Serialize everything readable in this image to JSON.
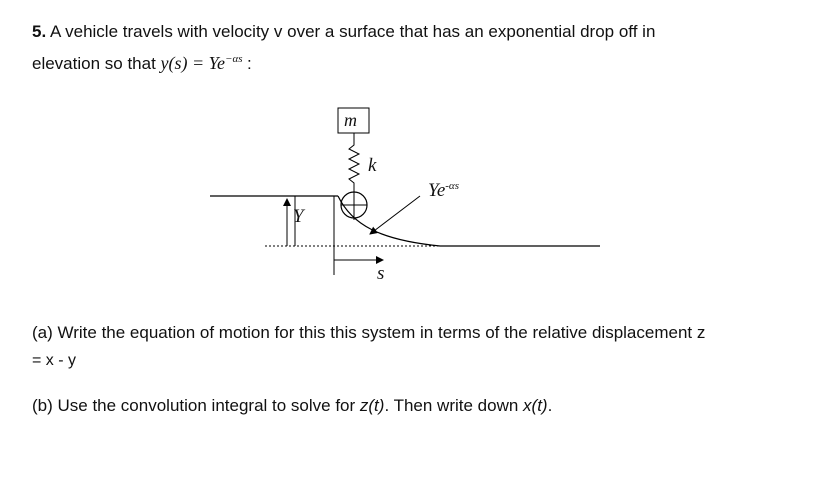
{
  "problem": {
    "number": "5.",
    "line1": "A vehicle travels with velocity v over a surface that has an exponential drop off in",
    "line2_prefix": "elevation so that",
    "equation_lhs": "y(s) = Ye",
    "equation_exp": "−αs",
    "line2_suffix": ":"
  },
  "figure": {
    "mass_label": "m",
    "spring_label": "k",
    "height_label": "Y",
    "curve_label_base": "Ye",
    "curve_label_exp": "-αs",
    "s_label": "s"
  },
  "part_a": {
    "text": "(a) Write the equation of motion for this this system in terms of the relative displacement z",
    "text_cont": "= x - y"
  },
  "part_b": {
    "prefix": "(b) Use the convolution integral to solve for ",
    "zt": "z(t)",
    "middle": ". Then write down ",
    "xt": "x(t)",
    "suffix": "."
  }
}
